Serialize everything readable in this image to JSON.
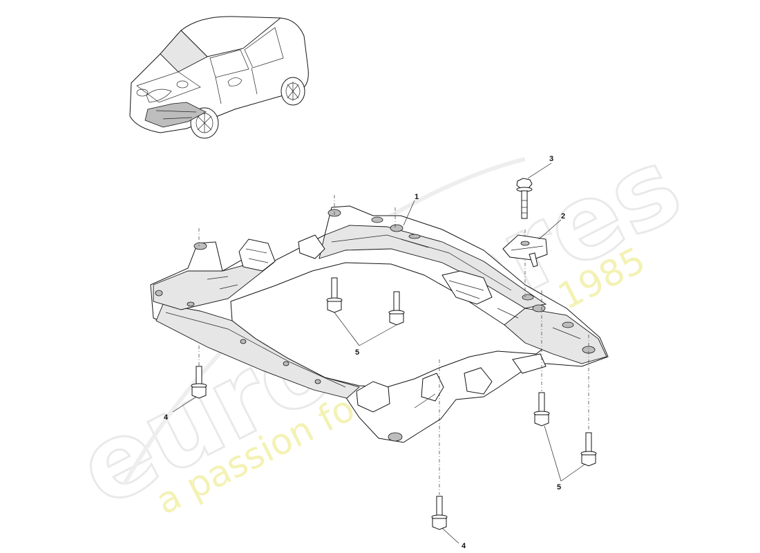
{
  "watermark": {
    "brand": "eurospares",
    "tagline": "a passion for parts since 1985",
    "brand_color": "#e9e9e9",
    "tagline_color": "#f2f0a8"
  },
  "callouts": {
    "c1": "1",
    "c2": "2",
    "c3": "3",
    "c4a": "4",
    "c4b": "4",
    "c5a": "5",
    "c5b": "5"
  },
  "icons": {
    "vehicle_overview": "car-outline-icon",
    "subframe": "front-subframe-icon",
    "bolt": "flange-bolt-icon",
    "bracket": "bracket-icon"
  }
}
